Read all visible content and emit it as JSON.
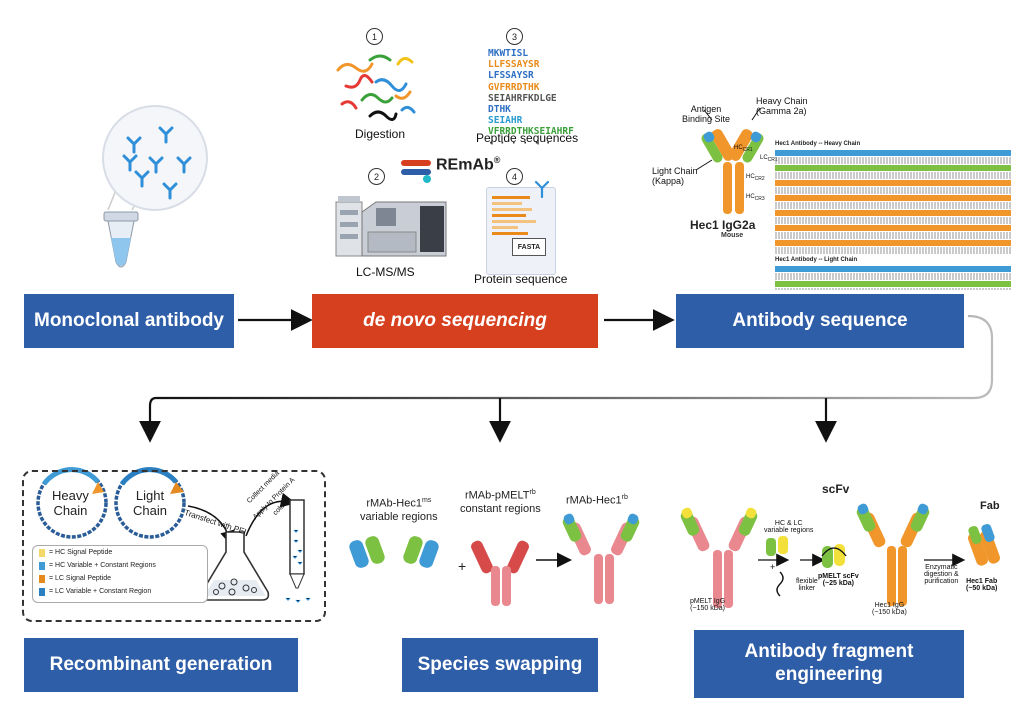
{
  "boxes": {
    "monoclonal": "Monoclonal antibody",
    "denovo": "de novo sequencing",
    "antibody_sequence": "Antibody sequence",
    "recombinant": "Recombinant generation",
    "species": "Species swapping",
    "fragment_line1": "Antibody fragment",
    "fragment_line2": "engineering"
  },
  "steps": {
    "n1": "1",
    "n2": "2",
    "n3": "3",
    "n4": "4",
    "digestion": "Digestion",
    "peptide_sequences": "Peptide sequences",
    "lcms": "LC-MS/MS",
    "protein_sequence": "Protein sequence",
    "brand": "REmAb",
    "brand_mark": "®",
    "fasta": "FASTA",
    "dots": "· · · · · ·"
  },
  "peptides": [
    {
      "text": "MKWTISL",
      "color": "#2e6fc4"
    },
    {
      "text": "LLFSSAYSR",
      "color": "#e98a1a"
    },
    {
      "text": "LFSSAYSR",
      "color": "#2e6fc4"
    },
    {
      "text": "GVFRRDTHK",
      "color": "#e98a1a"
    },
    {
      "text": "SEIAHRFKDLGE",
      "color": "#555555"
    },
    {
      "text": "DTHK",
      "color": "#2e6fc4"
    },
    {
      "text": "SEIAHR",
      "color": "#2a9ad0"
    },
    {
      "text": "VFRRDTHKSEIAHRF",
      "color": "#3aa03a"
    }
  ],
  "antibody_diagram": {
    "antigen_line1": "Antigen",
    "antigen_line2": "Binding Site",
    "heavy_line1": "Heavy Chain",
    "heavy_line2": "(Gamma 2a)",
    "light_line1": "Light Chain",
    "light_line2": "(Kappa)",
    "title": "Hec1 IgG2a",
    "subtitle": "Mouse",
    "hc": "HC",
    "lc": "LC",
    "cr1": "CR1",
    "cr2": "CR2",
    "cr3": "CR3"
  },
  "seq_panel": {
    "heavy_title": "Hec1 Antibody -- Heavy Chain",
    "light_title": "Hec1 Antibody -- Light Chain"
  },
  "recombinant": {
    "heavy_line1": "Heavy",
    "heavy_line2": "Chain",
    "light_line1": "Light",
    "light_line2": "Chain",
    "transfect": "Transfect with PEI",
    "collect": "Collect media",
    "apply": "Apply to Protein A",
    "column": "column",
    "legend": [
      {
        "text": "= HC Signal Peptide",
        "color": "#f3d86a"
      },
      {
        "text": "= HC Variable + Constant Regions",
        "color": "#3f9bd6"
      },
      {
        "text": "= LC Signal Peptide",
        "color": "#e58a1e"
      },
      {
        "text": "= LC Variable + Constant Region",
        "color": "#2a7fc1"
      }
    ]
  },
  "species": {
    "ms_line1": "rMAb-Hec1",
    "ms_sup": "ms",
    "ms_line2": "variable regions",
    "rb_line1": "rMAb-pMELT",
    "rb_sup": "rb",
    "rb_line2": "constant regions",
    "result": "rMAb-Hec1",
    "result_sup": "rb",
    "plus": "+"
  },
  "fragment": {
    "scfv": "scFv",
    "fab": "Fab",
    "hc_lc_line1": "HC & LC",
    "hc_lc_line2": "variable regions",
    "plus": "+",
    "flexible_line1": "flexible",
    "flexible_line2": "linker",
    "pmelt_igg": "pMELT IgG",
    "pmelt_igg_size": "(~150 kDa)",
    "pmelt_scfv": "pMELT scFv",
    "pmelt_scfv_size": "(~25 kDa)",
    "hec1_igg": "Hec1 IgG",
    "hec1_igg_size": "(~150 kDa)",
    "enzymatic_line1": "Enzymatic",
    "enzymatic_line2": "digestion &",
    "enzymatic_line3": "purification",
    "hec1_fab": "Hec1 Fab",
    "hec1_fab_size": "(~50 kDa)"
  },
  "colors": {
    "box_blue": "#2f5ea8",
    "box_red": "#d6401e",
    "antibody_orange": "#f0962b",
    "antibody_pink": "#e9898f",
    "variable_green": "#7cc142",
    "variable_blue": "#3f9bd6",
    "variable_yellow": "#f3e03a"
  }
}
